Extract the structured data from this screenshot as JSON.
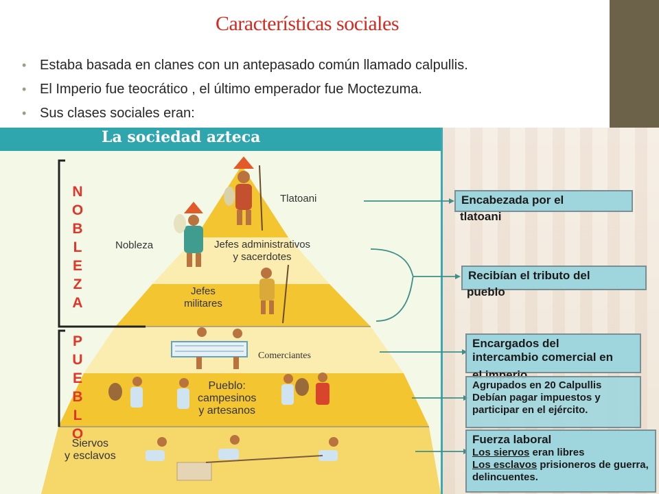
{
  "slide": {
    "title": "Características sociales",
    "title_color": "#d42a1f",
    "bullets": [
      "Estaba basada en clanes con un antepasado común llamado calpullis.",
      "El Imperio fue teocrático , el último emperador fue Moctezuma.",
      "Sus clases sociales eran:"
    ]
  },
  "infographic": {
    "title": "La sociedad azteca",
    "groups": {
      "nobleza": [
        "N",
        "O",
        "B",
        "L",
        "E",
        "Z",
        "A"
      ],
      "pueblo": [
        "P",
        "U",
        "E",
        "B",
        "L",
        "O"
      ]
    },
    "layers": {
      "tlatoani": "Tlatoani",
      "nobleza": "Nobleza",
      "jefes_admin": [
        "Jefes administrativos",
        "y sacerdotes"
      ],
      "jefes_militares": [
        "Jefes",
        "militares"
      ],
      "comerciantes": "Comerciantes",
      "pueblo": [
        "Pueblo:",
        "campesinos",
        "y artesanos"
      ],
      "siervos": [
        "Siervos",
        "y esclavos"
      ]
    },
    "boxes": {
      "tlatoani": [
        "Encabezada por el",
        "tlatoani"
      ],
      "tributo": [
        "Recibían el tributo del",
        "pueblo"
      ],
      "comercio": [
        "Encargados del",
        "intercambio comercial en",
        "el imperio"
      ],
      "calpullis": [
        "Agrupados en 20 Calpullis",
        "Debían pagar impuestos y",
        "participar en el ejército."
      ],
      "fuerza": {
        "title": "Fuerza laboral",
        "siervos_a": "Los siervos",
        "siervos_b": " eran libres",
        "esclavos_a": "Los esclavos",
        "esclavos_b": " prisioneros de guerra,",
        "esclavos_c": "delincuentes."
      }
    },
    "colors": {
      "header": "#2fa6ad",
      "group_label": "#e2352a",
      "box_fill": "#9fd6dd",
      "pyramid_gold": "#f2c531",
      "pyramid_light": "#fbecb0"
    }
  }
}
